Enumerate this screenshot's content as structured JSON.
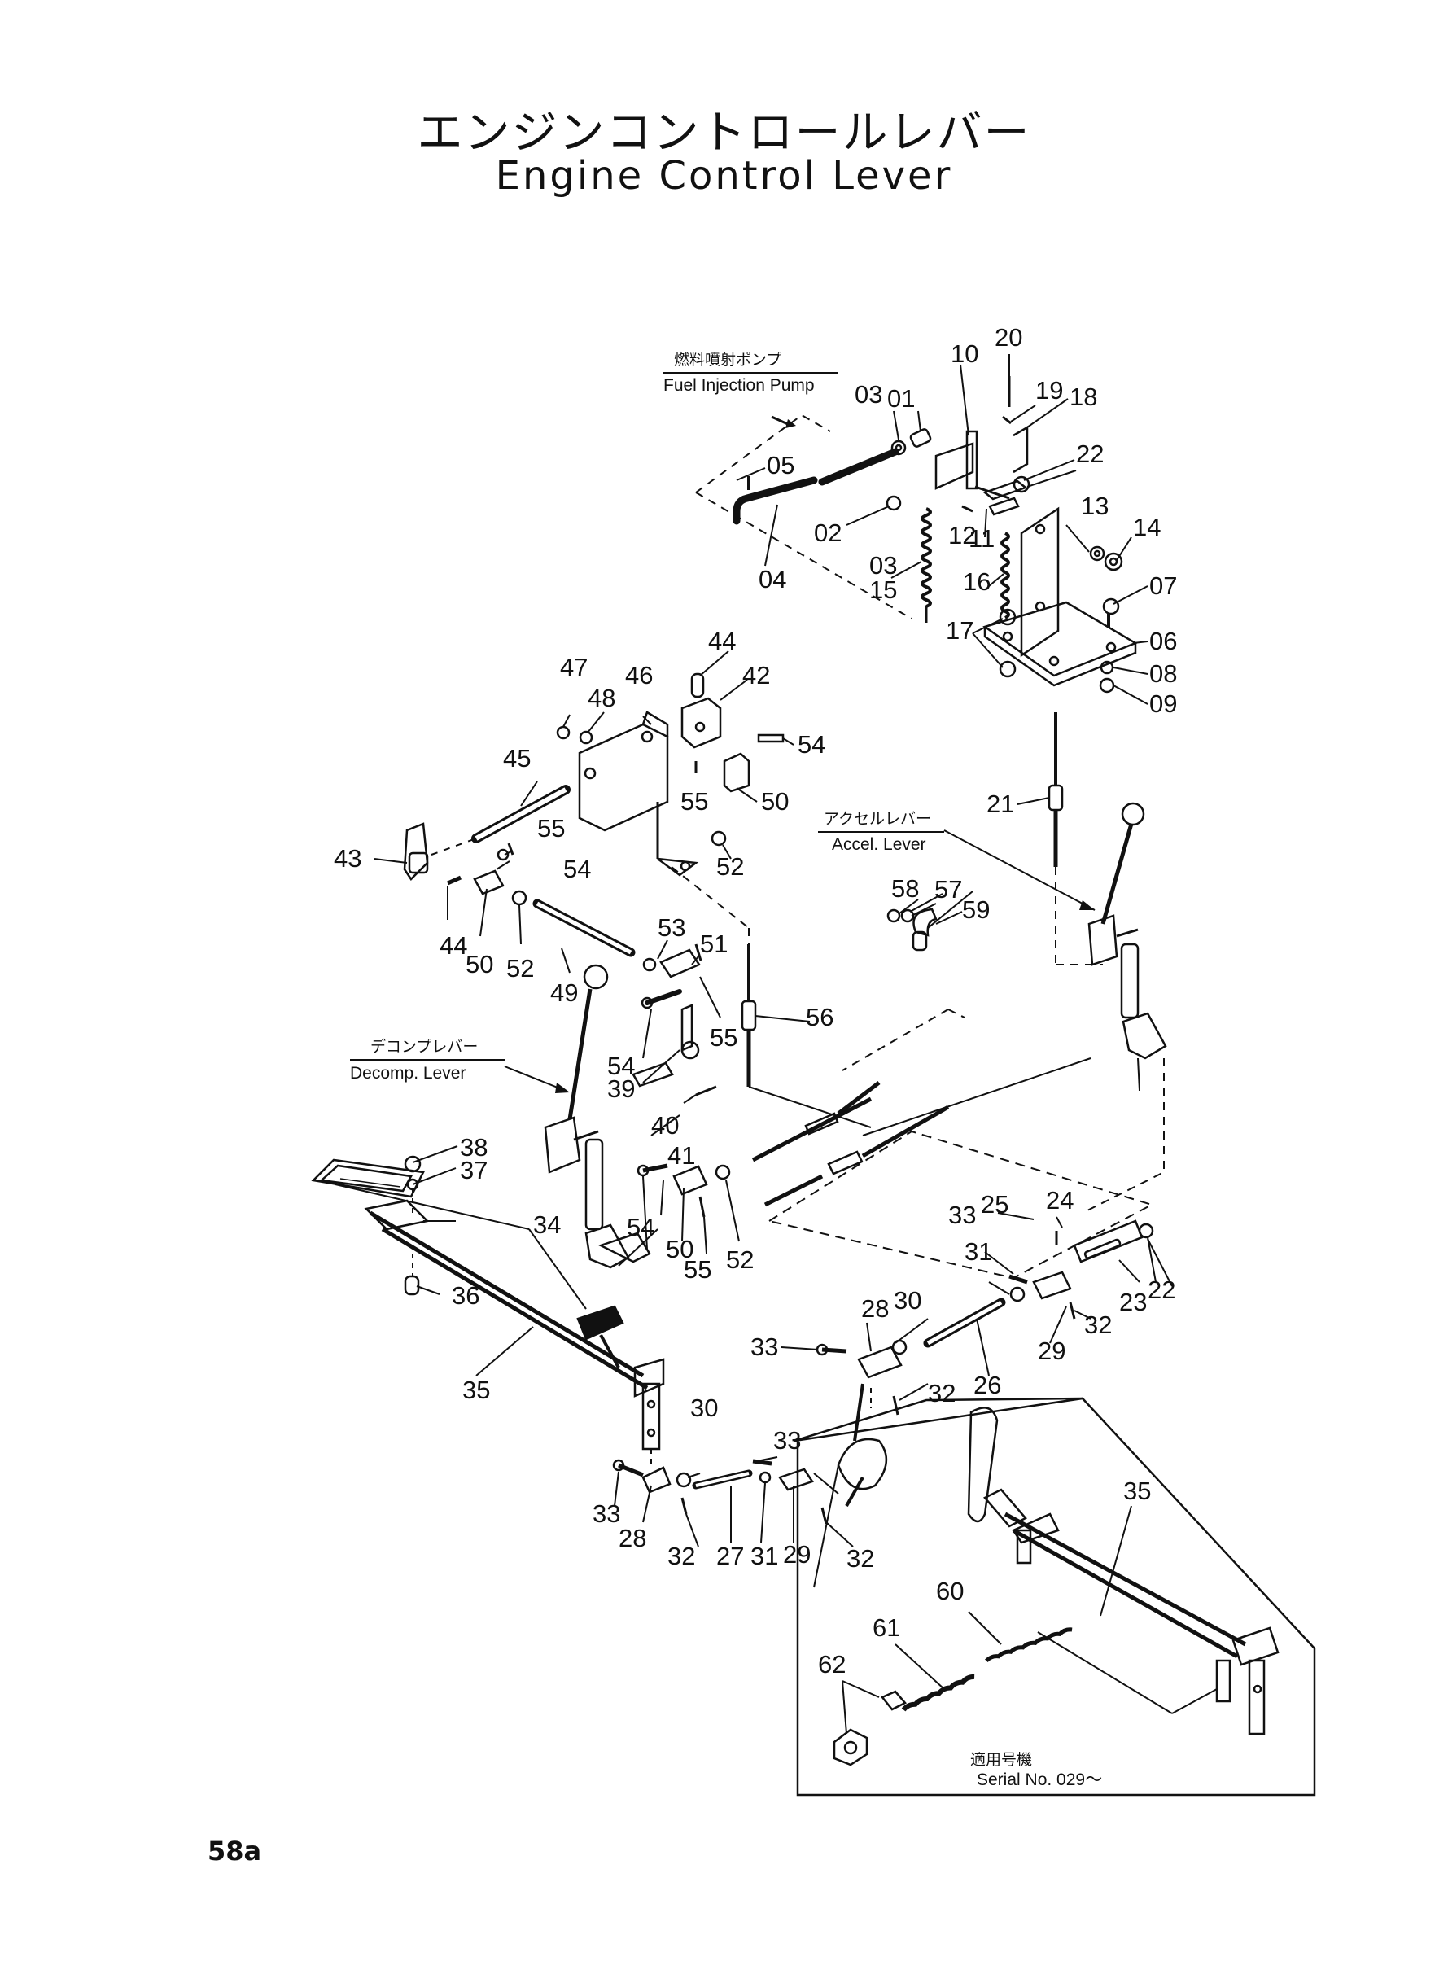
{
  "title_jp": "エンジンコントロールレバー",
  "title_en": "Engine Control Lever",
  "page_number": "58a",
  "callouts": {
    "fuel_pump_jp": "燃料噴射ポンプ",
    "fuel_pump_en": "Fuel Injection Pump",
    "accel_jp": "アクセルレバー",
    "accel_en": "Accel. Lever",
    "decomp_jp": "デコンプレバー",
    "decomp_en": "Decomp. Lever",
    "serial_jp": "適用号機",
    "serial_en": "Serial No. 029～"
  },
  "part_numbers": {
    "p01": "01",
    "p02": "02",
    "p03a": "03",
    "p03b": "03",
    "p04": "04",
    "p05": "05",
    "p06": "06",
    "p07": "07",
    "p08": "08",
    "p09": "09",
    "p10": "10",
    "p11": "11",
    "p12": "12",
    "p13": "13",
    "p14": "14",
    "p15": "15",
    "p16": "16",
    "p17": "17",
    "p18": "18",
    "p19": "19",
    "p20": "20",
    "p21": "21",
    "p22a": "22",
    "p22b": "22",
    "p23": "23",
    "p24": "24",
    "p25": "25",
    "p26": "26",
    "p27": "27",
    "p28a": "28",
    "p28b": "28",
    "p29a": "29",
    "p29b": "29",
    "p30a": "30",
    "p30b": "30",
    "p31a": "31",
    "p31b": "31",
    "p32a": "32",
    "p32b": "32",
    "p32c": "32",
    "p32d": "32",
    "p33a": "33",
    "p33b": "33",
    "p33c": "33",
    "p33d": "33",
    "p34": "34",
    "p35a": "35",
    "p35b": "35",
    "p36": "36",
    "p37": "37",
    "p38": "38",
    "p39": "39",
    "p40": "40",
    "p41": "41",
    "p42": "42",
    "p43": "43",
    "p44a": "44",
    "p44b": "44",
    "p45": "45",
    "p46": "46",
    "p47": "47",
    "p48": "48",
    "p49": "49",
    "p50a": "50",
    "p50b": "50",
    "p50c": "50",
    "p51": "51",
    "p52a": "52",
    "p52b": "52",
    "p52c": "52",
    "p53": "53",
    "p54a": "54",
    "p54b": "54",
    "p54c": "54",
    "p54d": "54",
    "p55a": "55",
    "p55b": "55",
    "p55c": "55",
    "p55d": "55",
    "p56": "56",
    "p57": "57",
    "p58": "58",
    "p59": "59",
    "p60": "60",
    "p61": "61",
    "p62": "62"
  }
}
